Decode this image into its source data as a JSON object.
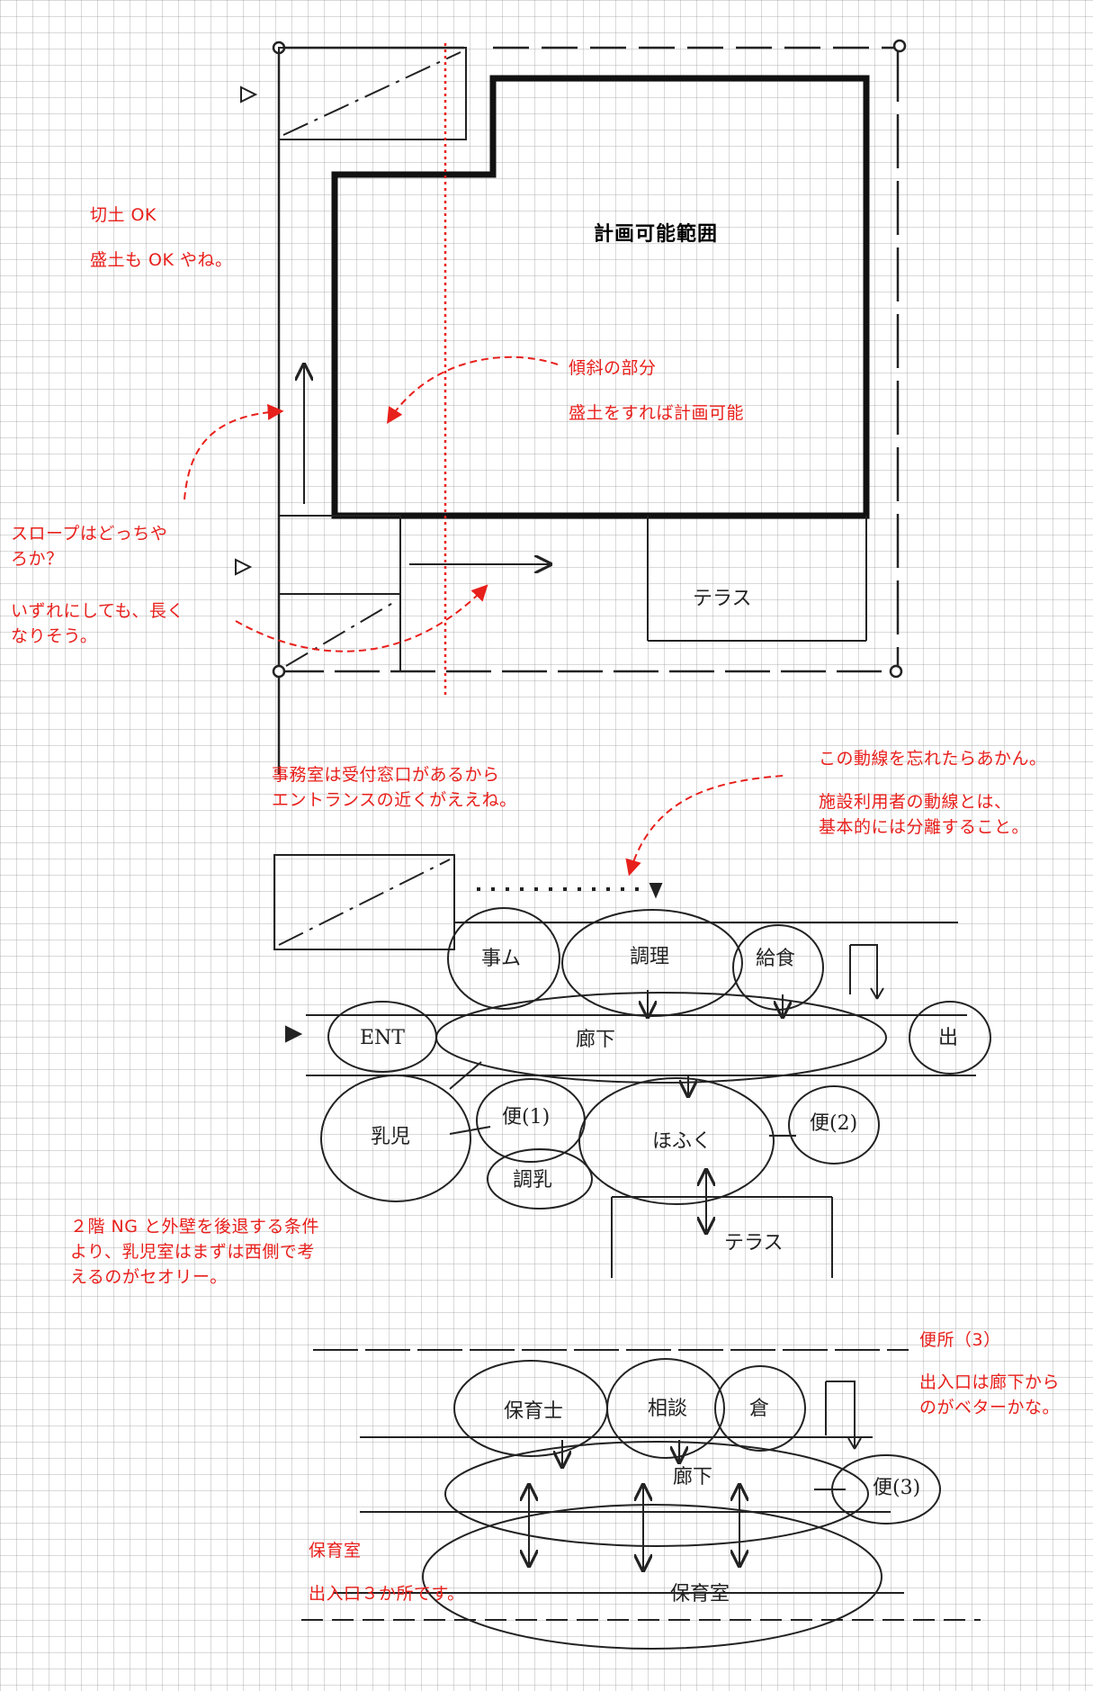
{
  "plan_title": "計画可能範囲",
  "annotations": {
    "cut_fill": [
      "切土 OK",
      "盛土も OK やね。"
    ],
    "slope": [
      "傾斜の部分",
      "盛土をすれば計画可能"
    ],
    "ramp": [
      "スロープはどっちや",
      "ろか？",
      "いずれにしても、長く",
      "なりそう。"
    ],
    "office": [
      "事務室は受付窓口があるから",
      "エントランスの近くがええね。"
    ],
    "circulation": [
      "この動線を忘れたらあかん。",
      "施設利用者の動線とは、",
      "基本的には分離すること。"
    ],
    "infant": [
      "２階 NG と外壁を後退する条件",
      "より、乳児室はまずは西側で考",
      "えるのがセオリー。"
    ],
    "toilet": [
      "便所（3）",
      "出入口は廊下から",
      "のがベターかな。"
    ],
    "nursery": [
      "保育室",
      "出入口３か所です。"
    ]
  },
  "sketch_labels": {
    "terrace_top": "テラス",
    "office_room": "事ム",
    "kitchen": "調理",
    "meal": "給食",
    "entrance": "ENT",
    "corridor": "廊下",
    "exit": "出",
    "wc1": "便(1)",
    "infant_room": "乳児",
    "hall": "ほふく",
    "wc2": "便(2)",
    "milk": "調乳",
    "terrace_mid": "テラス",
    "staff": "保育士",
    "consult": "相談",
    "storage": "倉",
    "corridor2": "廊下",
    "wc3": "便(3)",
    "nursery_room": "保育室"
  },
  "colors": {
    "annotation": "#e8201c",
    "ink": "#222222",
    "grid": "#bdbdbd"
  }
}
